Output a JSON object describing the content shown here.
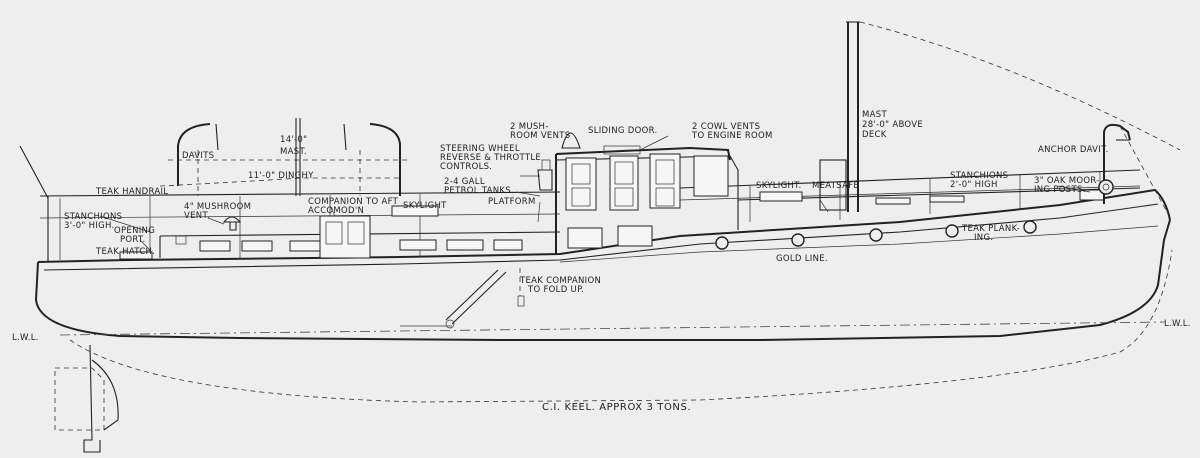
{
  "colors": {
    "paper": "#eeeeee",
    "ink": "#222222"
  },
  "labels": {
    "davits": "Davits",
    "dinghy_length": "14'-0\"",
    "mast": "Mast.",
    "dinghy": "11'-0\" Dinghy",
    "teak_handrail": "Teak Handrail",
    "stanchions_aft_1": "Stanchions",
    "stanchions_aft_2": "3'-0\" High.",
    "opening_port_1": "Opening",
    "opening_port_2": "Port.",
    "teak_hatch": "Teak Hatch.",
    "mushroom_vent_1": "4\" Mushroom",
    "mushroom_vent_2": "Vent.",
    "companion_aft_1": "Companion to Aft",
    "companion_aft_2": "Accomod'n",
    "skylight_aft": "Skylight",
    "mushroom_vents_1": "2 Mush-",
    "mushroom_vents_2": "room Vents",
    "sliding_door": "Sliding Door.",
    "steering_1": "Steering Wheel",
    "steering_2": "Reverse & Throttle",
    "steering_3": "Controls.",
    "petrol_1": "2-4 Gall",
    "petrol_2": "Petrol Tanks.",
    "platform": "Platform",
    "cowl_vents_1": "2 Cowl Vents",
    "cowl_vents_2": "to Engine Room",
    "mast_fwd_1": "Mast",
    "mast_fwd_2": "28'-0\" Above",
    "mast_fwd_3": "Deck",
    "anchor_davit": "Anchor Davit.",
    "skylight_fwd": "Skylight.",
    "meatsafe": "Meatsafe",
    "stanchions_fwd_1": "Stanchions",
    "stanchions_fwd_2": "2'-0\" High",
    "mooring_1": "3\" Oak Moor-",
    "mooring_2": "ing Posts.",
    "teak_planking_1": "Teak Plank-",
    "teak_planking_2": "ing.",
    "gold_line": "Gold Line.",
    "companion_fold_1": "Teak Companion",
    "companion_fold_2": "to Fold up.",
    "lwl_left": "L.W.L.",
    "lwl_right": "L.W.L.",
    "keel": "C.I. Keel.  Approx 3 Tons."
  }
}
